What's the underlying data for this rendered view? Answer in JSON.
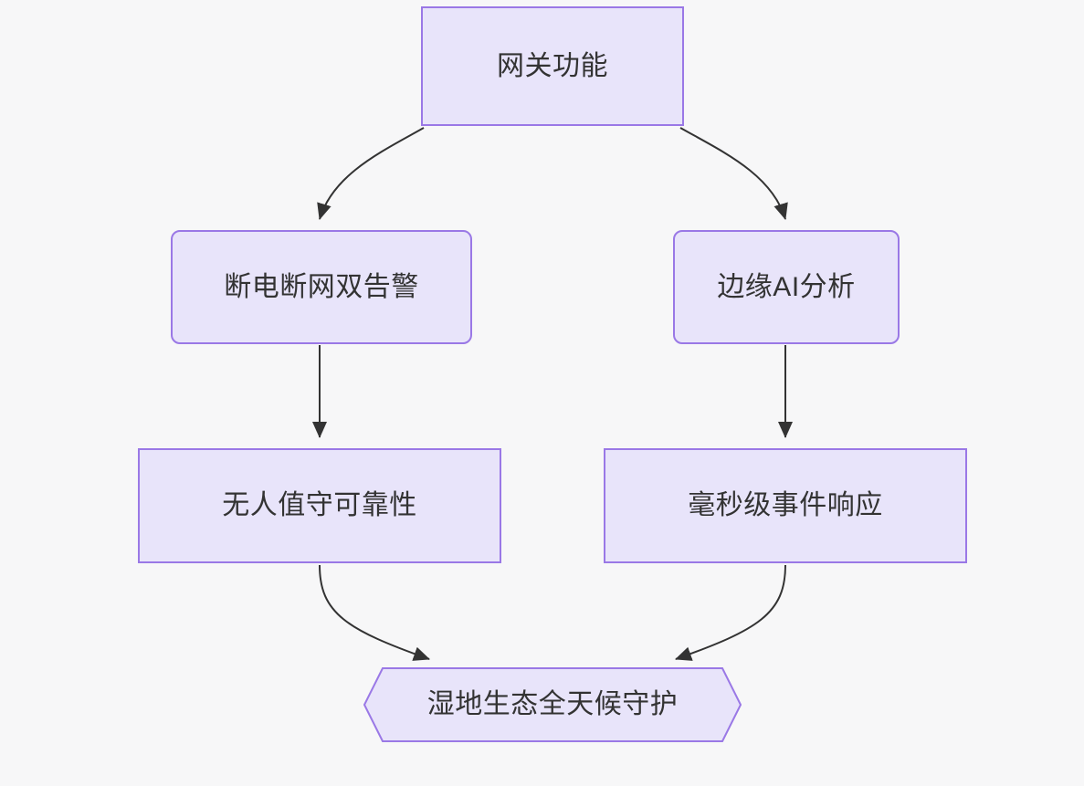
{
  "diagram": {
    "type": "flowchart",
    "direction": "top-down",
    "background_color": "#f7f7f8",
    "node_fill_color": "#e8e4fa",
    "node_border_color": "#9a78e6",
    "node_text_color": "#333333",
    "edge_color": "#333333",
    "nodes": [
      {
        "id": "gateway",
        "label": "网关功能",
        "shape": "rectangle"
      },
      {
        "id": "dual_alarm",
        "label": "断电断网双告警",
        "shape": "rounded-rectangle"
      },
      {
        "id": "edge_ai",
        "label": "边缘AI分析",
        "shape": "rounded-rectangle"
      },
      {
        "id": "reliability",
        "label": "无人值守可靠性",
        "shape": "rectangle"
      },
      {
        "id": "ms_response",
        "label": "毫秒级事件响应",
        "shape": "rectangle"
      },
      {
        "id": "wetland_guard",
        "label": "湿地生态全天候守护",
        "shape": "hexagon"
      }
    ],
    "edges": [
      {
        "from": "gateway",
        "to": "dual_alarm",
        "style": "curved-arrow"
      },
      {
        "from": "gateway",
        "to": "edge_ai",
        "style": "curved-arrow"
      },
      {
        "from": "dual_alarm",
        "to": "reliability",
        "style": "straight-arrow"
      },
      {
        "from": "edge_ai",
        "to": "ms_response",
        "style": "straight-arrow"
      },
      {
        "from": "reliability",
        "to": "wetland_guard",
        "style": "curved-arrow"
      },
      {
        "from": "ms_response",
        "to": "wetland_guard",
        "style": "curved-arrow"
      }
    ]
  }
}
